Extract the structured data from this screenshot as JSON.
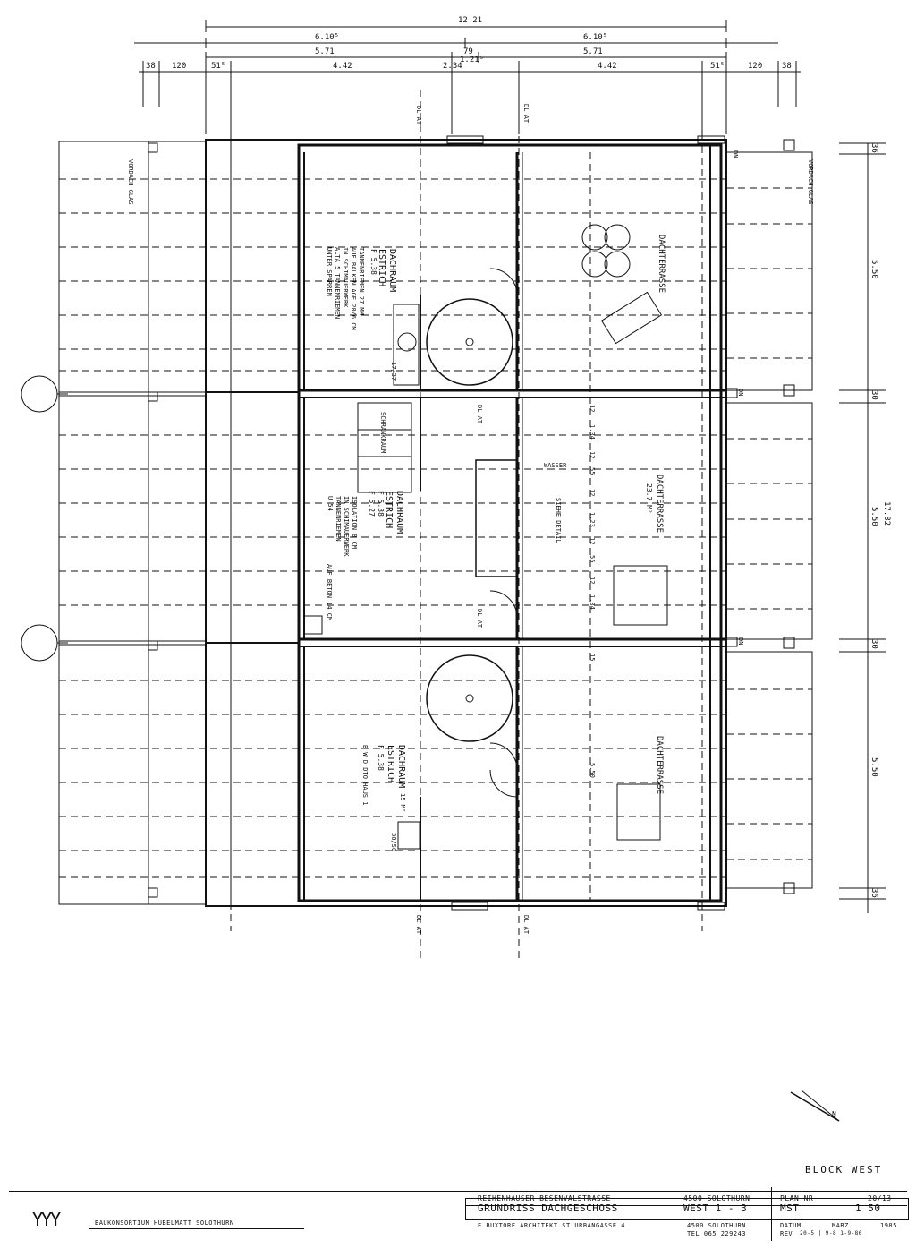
{
  "dimensions": {
    "overall": "12 21",
    "half_left": "6.10⁵",
    "half_right": "6.10⁵",
    "span_left": "5.71",
    "span_right": "5.71",
    "center_a": "79",
    "center_b": "1.21⁵",
    "row_38_left": "38",
    "row_120_left": "120",
    "row_515_left": "51⁵",
    "row_442_left": "4.42",
    "row_234": "2.34",
    "row_442_right": "4.42",
    "row_515_right": "51⁵",
    "row_120_right": "120",
    "row_38_right": "38",
    "side_36_top": "36",
    "side_550_a": "5.50",
    "side_30_a": "30",
    "side_1782": "17.82",
    "side_550_b": "5.50",
    "side_30_b": "30",
    "side_550_c": "5.50",
    "side_36_bottom": "36"
  },
  "rooms": {
    "top_attic": "DACHRAUM",
    "top_estrich": "ESTRICH",
    "top_area": "F 5.38",
    "top_note_1": "TANNENRIEMEN 27 MM",
    "top_note_2": "AUF BALKENLAGE 20/6 CM",
    "top_note_3": "IN SCHIMAUERWERK",
    "top_note_4": "ALTA 5 TANNENRIEMEN",
    "top_note_5": "UNTER SPARREN",
    "top_terrace": "DACHTERRASSE",
    "mid_attic": "DACHRAUM",
    "mid_estrich": "ESTRICH",
    "mid_area_a": "F 5.38",
    "mid_area_b": "F 5.27",
    "mid_storage": "SCHRANKRAUM",
    "mid_note_1": "ISOLATION 8 CM",
    "mid_note_2": "IN SCHIMAUERWERK",
    "mid_note_3": "TANNENRIEMEN",
    "mid_note_4": "U 54",
    "mid_note_5": "AUF BETON 14 CM",
    "mid_terrace": "DACHTERRASSE",
    "mid_terrace_area": "23.7 M²",
    "mid_detail": "SIEHE DETAIL",
    "mid_water": "WASSER",
    "bot_attic": "DACHRAUM",
    "bot_estrich": "ESTRICH",
    "bot_area": "F 5.38",
    "bot_note": "B W D  DTO  HAUS 1",
    "bot_note_b": "15 M²",
    "bot_terrace": "DACHTERRASSE",
    "glass_left": "VORDACH GLAS",
    "glass_right": "VORDACH GLAS",
    "dn_1": "DN",
    "dn_2": "DN",
    "dn_3": "DN",
    "dl_1": "DL AT",
    "dl_2": "DL AT",
    "dl_3": "DL AT",
    "dl_4": "DL AT",
    "dl_5": "DL AT",
    "dl_6": "DL AT",
    "mid_dims_1": "12",
    "mid_dims_2": "1.34",
    "mid_dims_3": "12",
    "mid_dims_4": "55",
    "mid_dims_5": "12",
    "mid_dims_6": "1.23",
    "mid_dims_7": "12",
    "mid_dims_8": "55",
    "mid_dims_9": "12",
    "mid_dims_10": "1.34",
    "mid_dims_11": "15",
    "bot_dim_550": "5.50",
    "chimney_1": "17/37",
    "chimney_2": "30/50"
  },
  "north_arrow": "N",
  "block_label": "BLOCK  WEST",
  "title_block": {
    "logo": "YYY",
    "consortium": "BAUKONSORTIUM  HUBELMATT  SOLOTHURN",
    "project": "REIHENHAUSER  BESENVALSTRASSE",
    "project_city": "4500  SOLOTHURN",
    "plan_label": "PLAN  NR",
    "plan_number": "20/13",
    "drawing_title": "GRUNDRISS  DACHGESCHOSS",
    "drawing_block": "WEST  1 - 3",
    "scale_label": "MST",
    "scale_value": "1   50",
    "architect": "E BUXTORF  ARCHITEKT   ST URBANGASSE  4",
    "architect_city": "4500  SOLOTHURN",
    "architect_tel": "TEL  065 229243",
    "date_label": "DATUM",
    "date_month": "MARZ",
    "date_year": "1985",
    "rev_label": "REV",
    "rev_values": "20-5 | 9-8     1-9-86"
  }
}
